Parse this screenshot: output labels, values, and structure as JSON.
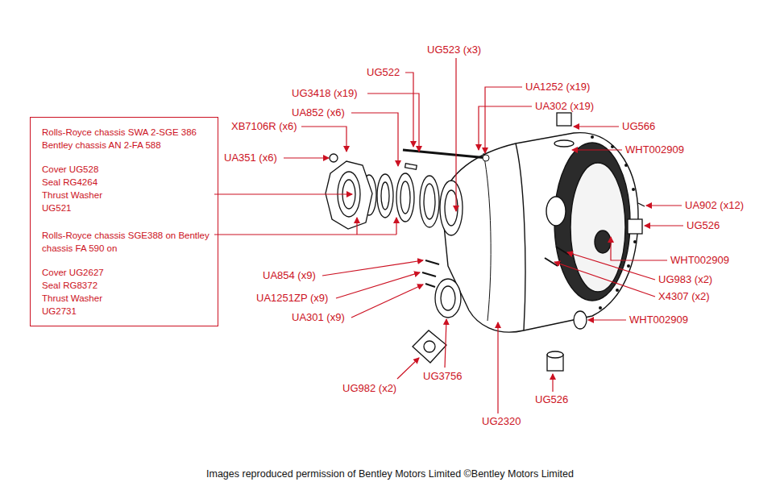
{
  "diagram": {
    "caption": "Images reproduced permission of Bentley Motors Limited ©Bentley Motors Limited",
    "nodes": [
      {
        "text": [
          "Rolls-Royce chassis SWA 2-SGE 386 Bentley chassis AN 2-FA 588",
          "Cover UG528 Seal RG4264 Thrust Washer UG521",
          "Rolls-Royce chassis SGE388 on Bentley chassis FA 590 on",
          "Cover UG2627 Seal RG8372 Thrust Washer UG2731"
        ]
      }
    ],
    "labels": [
      "UG523 (x3)",
      "UG522",
      "UG3418 (x19)",
      "UA852 (x6)",
      "XB7106R (x6)",
      "UA351 (x6)",
      "UA1252 (x19)",
      "UA302 (x19)",
      "UG566",
      "WHT002909",
      "UA902 (x12)",
      "UG526",
      "WHT002909",
      "UG983 (x2)",
      "X4307 (x2)",
      "WHT002909",
      "UA854 (x9)",
      "UA1251ZP (x9)",
      "UA301 (x9)",
      "UG982 (x2)",
      "UG3756",
      "UG526",
      "UG2320"
    ]
  }
}
